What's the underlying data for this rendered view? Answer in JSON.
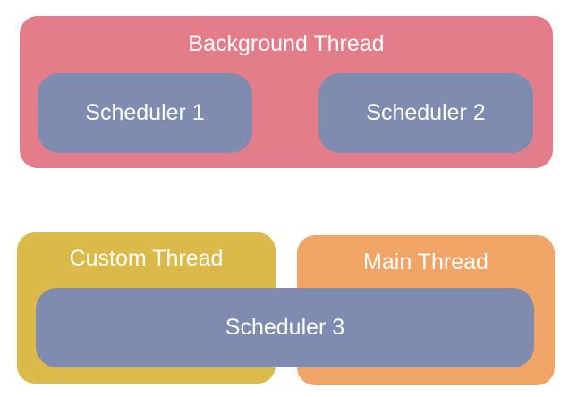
{
  "colors": {
    "background_thread": "#e47d8a",
    "custom_thread": "#dbb94a",
    "main_thread": "#f0a566",
    "scheduler": "#7f8caf",
    "text": "#ffffff"
  },
  "threads": {
    "background": {
      "label": "Background Thread"
    },
    "custom": {
      "label": "Custom Thread"
    },
    "main": {
      "label": "Main Thread"
    }
  },
  "schedulers": [
    {
      "label": "Scheduler 1"
    },
    {
      "label": "Scheduler 2"
    },
    {
      "label": "Scheduler 3"
    }
  ]
}
